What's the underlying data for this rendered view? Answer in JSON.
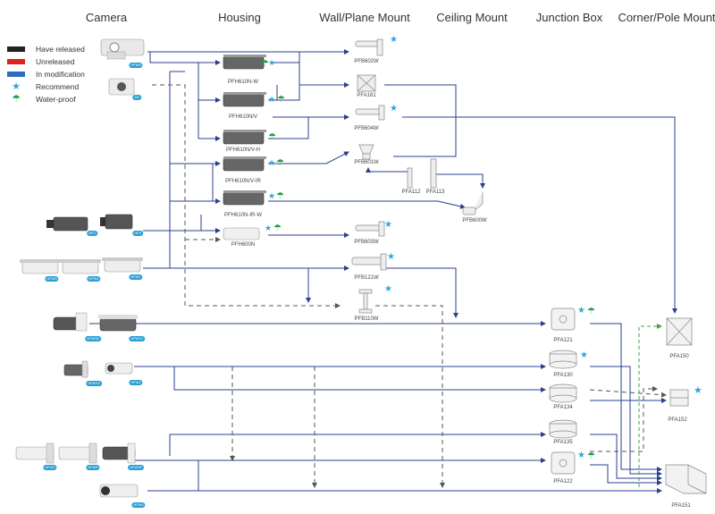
{
  "columns": [
    "Camera",
    "Housing",
    "Wall/Plane Mount",
    "Ceiling Mount",
    "Junction Box",
    "Corner/Pole Mount"
  ],
  "legend": [
    {
      "label": "Have released",
      "kind": "swatch",
      "color": "#222222"
    },
    {
      "label": "Unreleased",
      "kind": "swatch",
      "color": "#e0241b"
    },
    {
      "label": "In modification",
      "kind": "swatch",
      "color": "#2b6fc0"
    },
    {
      "label": "Recommend",
      "kind": "icon",
      "icon": "star-icon",
      "glyph": "★",
      "color": "#2aa7e0"
    },
    {
      "label": "Water-proof",
      "kind": "icon",
      "icon": "umbrella-icon",
      "glyph": "☂",
      "color": "#22a044"
    }
  ],
  "colors": {
    "line": "#2b3f8f",
    "dashed": "#555555",
    "green_dashed": "#3aa54a",
    "star": "#2aa7e0",
    "umbrella": "#22a044",
    "tag": "#2a9fd6"
  },
  "cameras": [
    {
      "id": "c1",
      "tag": "HFW5"
    },
    {
      "id": "c2",
      "tag": "SD"
    },
    {
      "id": "c3",
      "tag": "HF2"
    },
    {
      "id": "c4",
      "tag": "HF3"
    },
    {
      "id": "c5",
      "tag": "HFW3"
    },
    {
      "id": "c6",
      "tag": "HFW4"
    },
    {
      "id": "c7",
      "tag": "HFW7"
    },
    {
      "id": "c8",
      "tag": "HFW52"
    },
    {
      "id": "c9",
      "tag": "HFW12"
    },
    {
      "id": "c10",
      "tag": "HFW13"
    },
    {
      "id": "c11",
      "tag": "HFW1"
    },
    {
      "id": "c12",
      "tag": "HFW2"
    },
    {
      "id": "c13",
      "tag": "HFW5"
    },
    {
      "id": "c14",
      "tag": "HFW1E"
    },
    {
      "id": "c15",
      "tag": "HFW4"
    }
  ],
  "housings": [
    {
      "id": "h1",
      "label": "PFH610N-W",
      "star": true,
      "umbrella": true
    },
    {
      "id": "h2",
      "label": "PFH610N/V",
      "star": true,
      "umbrella": true
    },
    {
      "id": "h3",
      "label": "PFH610N/V-H",
      "star": false,
      "umbrella": true
    },
    {
      "id": "h4",
      "label": "PFH610N/V-IR",
      "star": true,
      "umbrella": true
    },
    {
      "id": "h5",
      "label": "PFH610N-IR-W",
      "star": true,
      "umbrella": true
    },
    {
      "id": "h6",
      "label": "PFH600N",
      "star": true,
      "umbrella": true
    }
  ],
  "wall_mounts": [
    {
      "id": "w1",
      "label": "PFB602W",
      "star": true
    },
    {
      "id": "w2",
      "label": "PFA161",
      "star": false
    },
    {
      "id": "w3",
      "label": "PFB604W",
      "star": true
    },
    {
      "id": "w4",
      "label": "PFB601W",
      "star": false
    },
    {
      "id": "w5",
      "label": "PFB603W",
      "star": true
    },
    {
      "id": "w6",
      "label": "PFB121W",
      "star": true
    },
    {
      "id": "w7",
      "label": "PFB110W",
      "star": true
    }
  ],
  "ceiling_mounts": [
    {
      "id": "m1",
      "label": "PFA112"
    },
    {
      "id": "m2",
      "label": "PFA113"
    },
    {
      "id": "m3",
      "label": "PFB600W"
    }
  ],
  "junction_boxes": [
    {
      "id": "j1",
      "label": "PFA121",
      "star": true,
      "umbrella": true
    },
    {
      "id": "j2",
      "label": "PFA130",
      "star": true,
      "umbrella": false
    },
    {
      "id": "j3",
      "label": "PFA134",
      "star": false,
      "umbrella": false
    },
    {
      "id": "j4",
      "label": "PFA135",
      "star": false,
      "umbrella": false
    },
    {
      "id": "j5",
      "label": "PFA122",
      "star": true,
      "umbrella": true
    }
  ],
  "pole_mounts": [
    {
      "id": "p1",
      "label": "PFA150",
      "star": false
    },
    {
      "id": "p2",
      "label": "PFA152",
      "star": true
    },
    {
      "id": "p3",
      "label": "PFA151",
      "star": false
    }
  ]
}
